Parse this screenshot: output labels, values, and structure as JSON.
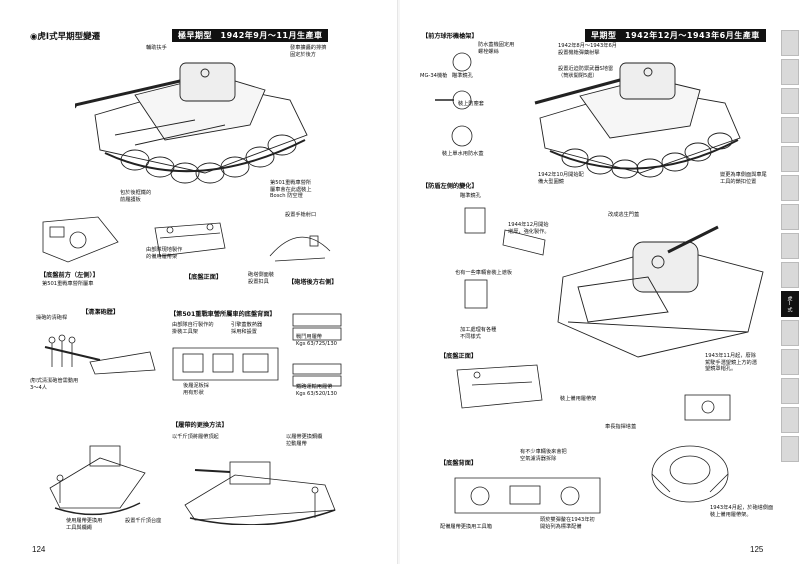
{
  "left": {
    "heading": "◉虎Ⅰ式早期型變遷",
    "banner": "極早期型　1942年9月～11月生產車",
    "captions": {
      "turret_rail": "輔助扶手",
      "engine_filter": "發車擴醬的排擠\n固定於後方",
      "front_mudguard": "包於後框鐵的\n前履護板",
      "bosch_light": "第501重戰車營所\n屬車會在此處裝上\nBosch 防空燈",
      "local_mod": "由部隊現地製作\n的備用履帶架",
      "firing_port": "設置手槍射口",
      "side_rack": "砲塔側面裝\n設置扣具",
      "cleaning_crew": "操砲的清砲桿",
      "crew_note": "虎Ⅰ式清潔砲管需動用\n3～4人",
      "self_made": "由部隊自行製作的\n掛裝工具架",
      "engine_deck": "引擎蓋散熱器",
      "engine_deck2": "引擎蓋散熱器\n採用和設置",
      "track_a": "戰鬥用履帶\nKgs 63/725/130",
      "track_b": "鐵路運輸用履帶\nKgs 63/520/130",
      "rear_guard": "後履泥板採\n用有形狀",
      "jack_hook": "以千斤頂將履帶頂起",
      "tow_note": "以履帶更換鋼纜\n拉動履帶",
      "tool_note": "使用履帶更換用\n工具與纜繩",
      "jack_set": "設置千斤頂台座"
    },
    "subs": {
      "chassis_left": "【底盤前方（左側）】",
      "chassis_left_note": "第501重戰車營所屬車",
      "chassis_front": "【底盤正面】",
      "turret_rear": "【砲塔後方右側】",
      "cleaning": "【清潔砲膛】",
      "rear_deck": "【第501重戰車營所屬車的底盤背面】",
      "track_change": "【履帶的更換方法】"
    },
    "page_number": "124"
  },
  "right": {
    "sub_top": "【前方球形機槍架】",
    "banner": "早期型　1942年12月～1943年6月生產車",
    "captions": {
      "dust_cover": "防水蓋機固定用\n螺栓螺絲",
      "mg34": "MG-34機槍",
      "mg_mount": "瞄準鏡孔",
      "gun_note": "1942年8月～1943年6月\n設置機槍彈藥射擊",
      "gun_note2": "設置近迫防禦武器S地雷\n（筒狀開閉5處）",
      "muzzle_cover": "裝上防塵套",
      "mg_shield": "裝上單水用防水蓋",
      "oct_change": "1942年10月開始配\n備大型圓鏡",
      "tool_change": "變更為車側面與車尾\n工具的鎖扣位置",
      "side_change": "【防盾左側的變化】",
      "sight_hole": "瞄準鏡孔",
      "late_note": "1944年12月開始\n增厚，強化製作。",
      "side_a": "也有一些車輛會裝上遮板",
      "machining": "加工處理有各種\n不同樣式",
      "escape_hatch": "改成逃生門蓋",
      "chassis_front": "【底盤正面】",
      "track_rack": "裝上備用履帶架",
      "nov_note": "1943年11月起，廢除\n駕駛手潛望鏡上方的潛\n望鏡罩帽孔。",
      "commander_cupola": "車長指揮塔蓋",
      "hull_rear": "【底盤背面】",
      "rear_note": "有不少車輛後來會把\n空氣濾清器拆除",
      "apr_note": "1943年4月起，於砲塔側面\n裝上備用履帶架。",
      "track_tool": "配備履帶更換用工具箱",
      "rear_note2": "頭菸雙彈釐在1943年初\n開始列為標準配備"
    },
    "page_number": "125",
    "side_tabs": [
      "",
      "",
      "",
      "",
      "",
      "",
      "",
      "",
      "",
      "虎Ⅰ式",
      "",
      "",
      "",
      "",
      ""
    ],
    "active_tab": 9
  }
}
